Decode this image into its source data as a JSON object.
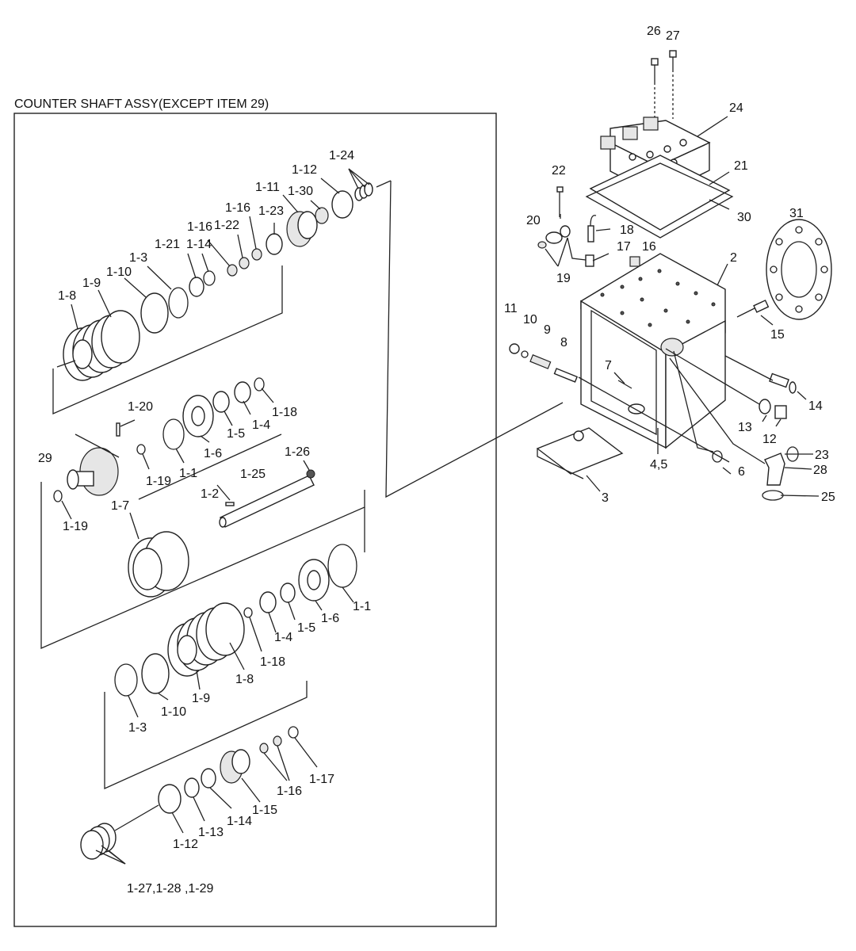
{
  "diagram": {
    "title": "COUNTER SHAFT ASSY(EXCEPT ITEM 29)",
    "callouts": {
      "c26": "26",
      "c27": "27",
      "c24": "24",
      "c22": "22",
      "c21": "21",
      "c30": "30",
      "c31": "31",
      "c20": "20",
      "c18": "18",
      "c17": "17",
      "c16": "16",
      "c2": "2",
      "c19": "19",
      "c11": "11",
      "c10": "10",
      "c9": "9",
      "c8": "8",
      "c15": "15",
      "c7": "7",
      "c14": "14",
      "c13": "13",
      "c12": "12",
      "c23": "23",
      "c28": "28",
      "c25": "25",
      "c6": "6",
      "c45": "4,5",
      "c3": "3",
      "k1_24": "1-24",
      "k1_12a": "1-12",
      "k1_11": "1-11",
      "k1_30": "1-30",
      "k1_16a": "1-16",
      "k1_23": "1-23",
      "k1_16b": "1-16",
      "k1_22": "1-22",
      "k1_21": "1-21",
      "k1_14a": "1-14",
      "k1_3a": "1-3",
      "k1_10a": "1-10",
      "k1_9a": "1-9",
      "k1_8a": "1-8",
      "k1_20": "1-20",
      "k1_18a": "1-18",
      "k1_4a": "1-4",
      "k1_5a": "1-5",
      "k1_6a": "1-6",
      "k29": "29",
      "k1_19a": "1-19",
      "k1_1a": "1-1",
      "k1_26": "1-26",
      "k1_25": "1-25",
      "k1_2": "1-2",
      "k1_7": "1-7",
      "k1_19b": "1-19",
      "k1_1b": "1-1",
      "k1_6b": "1-6",
      "k1_5b": "1-5",
      "k1_4b": "1-4",
      "k1_18b": "1-18",
      "k1_8b": "1-8",
      "k1_9b": "1-9",
      "k1_10b": "1-10",
      "k1_3b": "1-3",
      "k1_16c": "1-16",
      "k1_17": "1-17",
      "k1_15": "1-15",
      "k1_14b": "1-14",
      "k1_13": "1-13",
      "k1_12b": "1-12",
      "k1_27": "1-27,1-28 ,1-29"
    }
  }
}
